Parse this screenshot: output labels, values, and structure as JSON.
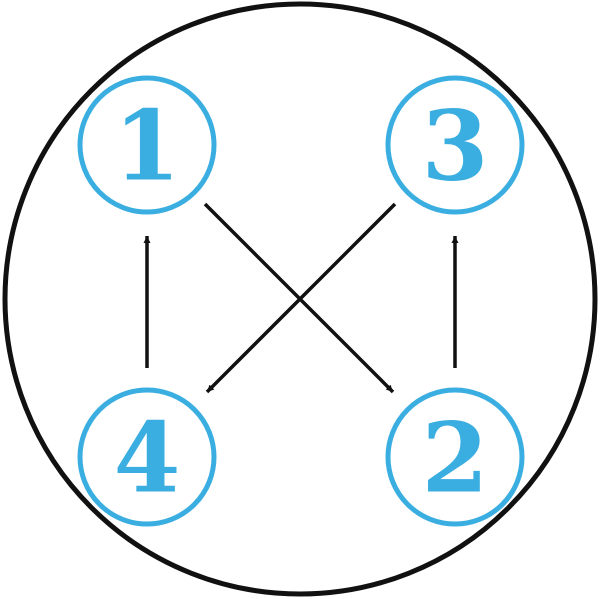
{
  "colors": {
    "node_stroke": "#3aaee0",
    "node_text": "#3aaee0",
    "outer_ring": "#111111",
    "arrow": "#111111",
    "background": "#ffffff"
  },
  "nodes": [
    {
      "id": "n1",
      "label": "1"
    },
    {
      "id": "n3",
      "label": "3"
    },
    {
      "id": "n4",
      "label": "4"
    },
    {
      "id": "n2",
      "label": "2"
    }
  ],
  "edges": [
    {
      "from": "n4",
      "to": "n1"
    },
    {
      "from": "n1",
      "to": "n2"
    },
    {
      "from": "n2",
      "to": "n3"
    },
    {
      "from": "n3",
      "to": "n4"
    }
  ]
}
